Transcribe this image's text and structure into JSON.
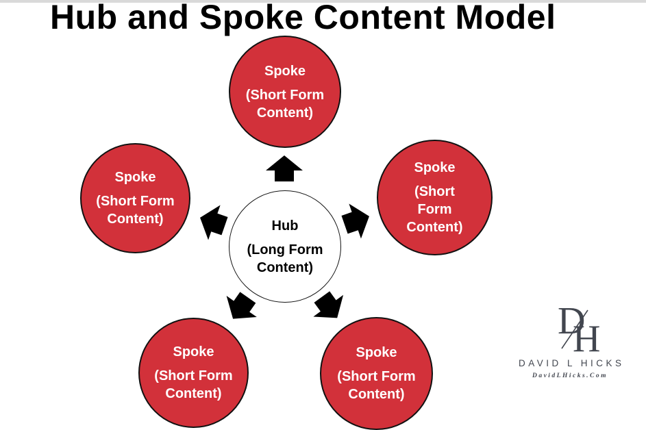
{
  "title": "Hub and Spoke Content Model",
  "colors": {
    "spoke_fill": "#d2313a",
    "hub_fill": "#ffffff",
    "arrow": "#000000",
    "title": "#000000",
    "text_on_spoke": "#ffffff",
    "text_on_hub": "#000000",
    "logo": "#42464f",
    "top_edge": "#d9d9d9"
  },
  "hub": {
    "title": "Hub",
    "subtitle": "(Long Form Content)"
  },
  "spokes": [
    {
      "position": "top",
      "title": "Spoke",
      "subtitle": "(Short Form Content)"
    },
    {
      "position": "left",
      "title": "Spoke",
      "subtitle": "(Short Form Content)"
    },
    {
      "position": "right",
      "title": "Spoke",
      "subtitle": "(Short Form Content)"
    },
    {
      "position": "bottom-left",
      "title": "Spoke",
      "subtitle": "(Short Form Content)"
    },
    {
      "position": "bottom-right",
      "title": "Spoke",
      "subtitle": "(Short Form Content)"
    }
  ],
  "logo": {
    "monogram_first": "D",
    "monogram_second": "H",
    "name": "DAVID L HICKS",
    "website": "DavidLHicks.Com"
  }
}
